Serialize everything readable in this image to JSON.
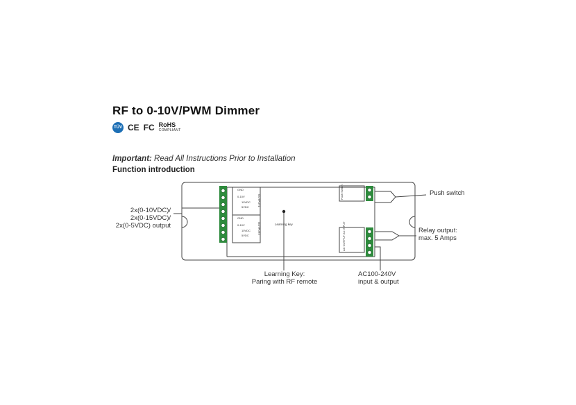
{
  "header": {
    "title": "RF to 0-10V/PWM Dimmer",
    "certifications": [
      "TÜV",
      "CE",
      "FC",
      "RoHS"
    ],
    "rohs_sub": "COMPLIANT"
  },
  "notice": {
    "important_label": "Important:",
    "important_text": " Read All Instructions Prior to Installation",
    "section_title": "Function introduction"
  },
  "diagram": {
    "output_label_lines": [
      "2x(0-10VDC)/",
      "2x(0-15VDC)/",
      "2x(0-5VDC) output"
    ],
    "push_switch": "Push switch",
    "relay_output_lines": [
      "Relay output:",
      "max. 5 Amps"
    ],
    "learning_key_lines": [
      "Learning Key:",
      "Paring with RF remote"
    ],
    "ac_lines": [
      "AC100-240V",
      "input & output"
    ],
    "learning_key_small": "Learning key",
    "terminal_top": [
      "GND",
      "0-10V",
      "10VDC",
      "5VDC"
    ],
    "terminal_bottom": [
      "GND",
      "0-10V",
      "10VDC",
      "5VDC"
    ],
    "output1": "OUTPUT1",
    "output2": "OUTPUT2",
    "push_box": "Push Switch",
    "ac_box": "AC OUTPUT  AC INPUT"
  }
}
